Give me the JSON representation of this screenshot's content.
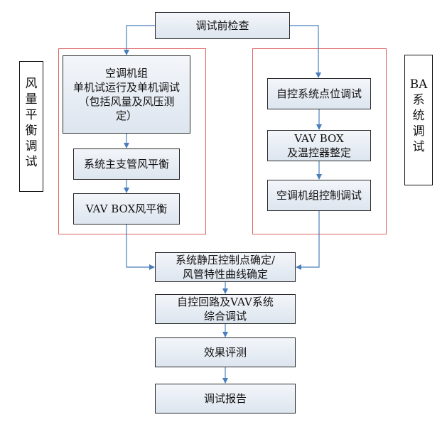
{
  "steps": {
    "precheck": "调试前检查",
    "ahu_unit_test": [
      "空调机组",
      "单机试运行及单机调试",
      "（包括风量及风压测",
      "定）"
    ],
    "main_branch_balance": "系统主支管风平衡",
    "vav_box_balance": "VAV BOX风平衡",
    "point_test": "自控系统点位调试",
    "vav_box_setup": [
      "VAV BOX",
      "及温控器整定"
    ],
    "ahu_control_test": "空调机组控制调试",
    "static_pressure": [
      "系统静压控制点确定/",
      "风管特性曲线确定"
    ],
    "loop_test": [
      "自控回路及VAV系统",
      "综合调试"
    ],
    "evaluation": "效果评测",
    "report": "调试报告"
  },
  "side_labels": {
    "left": [
      "风",
      "量",
      "平",
      "衡",
      "调",
      "试"
    ],
    "right": [
      "BA",
      "系",
      "统",
      "调",
      "试"
    ]
  },
  "colors": {
    "arrow": "#4a7ebb",
    "group_border": "#e06060",
    "box_border": "#2a2a2a"
  }
}
